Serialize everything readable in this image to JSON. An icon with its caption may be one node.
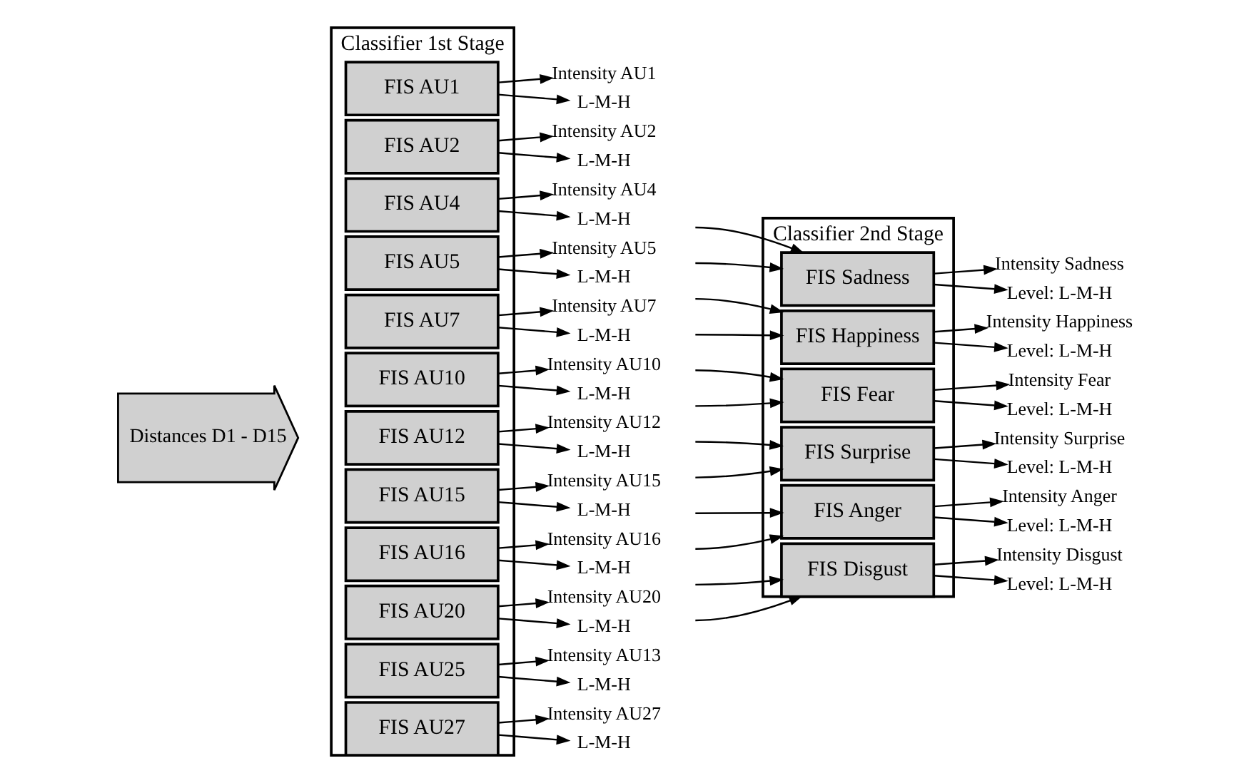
{
  "diagram": {
    "nodes": [
      {
        "text": [
          "Classifier 1st Stage"
        ]
      },
      {
        "text": [
          "FIS AU1"
        ],
        "in": 0
      },
      {
        "text": [
          "FIS AU2"
        ],
        "in": 0
      },
      {
        "text": [
          "FIS AU4"
        ],
        "in": 0
      },
      {
        "text": [
          "FIS AU5"
        ],
        "in": 0
      },
      {
        "text": [
          "FIS AU7"
        ],
        "in": 0
      },
      {
        "text": [
          "FIS AU10"
        ],
        "in": 0
      },
      {
        "text": [
          "FIS AU12"
        ],
        "in": 0
      },
      {
        "text": [
          "FIS AU15"
        ],
        "in": 0
      },
      {
        "text": [
          "FIS AU16"
        ],
        "in": 0
      },
      {
        "text": [
          "FIS AU20"
        ],
        "in": 0
      },
      {
        "text": [
          "FIS AU25"
        ],
        "in": 0
      },
      {
        "text": [
          "FIS AU27"
        ],
        "in": 0
      },
      {
        "text": [
          "Classifier 2nd Stage"
        ]
      },
      {
        "text": [
          "FIS Sadness"
        ],
        "in": 13
      },
      {
        "text": [
          "FIS Happiness"
        ],
        "in": 13
      },
      {
        "text": [
          "FIS Fear"
        ],
        "in": 13
      },
      {
        "text": [
          "FIS Surprise"
        ],
        "in": 13
      },
      {
        "text": [
          "FIS Anger"
        ],
        "in": 13
      },
      {
        "text": [
          "FIS Disgust"
        ],
        "in": 13
      },
      {
        "text": [
          "Distances D1 - D15"
        ]
      },
      {
        "text": [
          "Intensity AU1"
        ]
      },
      {
        "text": [
          "L-M-H"
        ]
      },
      {
        "text": [
          "Intensity AU2"
        ]
      },
      {
        "text": [
          "L-M-H"
        ]
      },
      {
        "text": [
          "Intensity AU4"
        ]
      },
      {
        "text": [
          "L-M-H"
        ]
      },
      {
        "text": [
          "Intensity AU5"
        ]
      },
      {
        "text": [
          "L-M-H"
        ]
      },
      {
        "text": [
          "Intensity AU7"
        ]
      },
      {
        "text": [
          "L-M-H"
        ]
      },
      {
        "text": [
          "Intensity AU10"
        ]
      },
      {
        "text": [
          "L-M-H"
        ]
      },
      {
        "text": [
          "Intensity AU12"
        ]
      },
      {
        "text": [
          "L-M-H"
        ]
      },
      {
        "text": [
          "Intensity AU15"
        ]
      },
      {
        "text": [
          "L-M-H"
        ]
      },
      {
        "text": [
          "Intensity AU16"
        ]
      },
      {
        "text": [
          "L-M-H"
        ]
      },
      {
        "text": [
          "Intensity AU20"
        ]
      },
      {
        "text": [
          "L-M-H"
        ]
      },
      {
        "text": [
          "Intensity AU13"
        ]
      },
      {
        "text": [
          "L-M-H"
        ]
      },
      {
        "text": [
          "Intensity AU27"
        ]
      },
      {
        "text": [
          "L-M-H"
        ]
      },
      {
        "text": [
          "Intensity Sadness"
        ]
      },
      {
        "text": [
          "Level: L-M-H"
        ]
      },
      {
        "text": [
          "Intensity Happiness"
        ]
      },
      {
        "text": [
          "Level: L-M-H"
        ]
      },
      {
        "text": [
          "Intensity Fear"
        ]
      },
      {
        "text": [
          "Level: L-M-H"
        ]
      },
      {
        "text": [
          "Intensity Surprise"
        ]
      },
      {
        "text": [
          "Level: L-M-H"
        ]
      },
      {
        "text": [
          "Intensity Anger"
        ]
      },
      {
        "text": [
          "Level: L-M-H"
        ]
      },
      {
        "text": [
          "Intensity Disgust"
        ]
      },
      {
        "text": [
          "Level: L-M-H"
        ]
      }
    ],
    "edges": [
      {
        "from": 1,
        "to": 21,
        "arrow": "to"
      },
      {
        "from": 1,
        "to": 22,
        "arrow": "to"
      },
      {
        "from": 2,
        "to": 23,
        "arrow": "to"
      },
      {
        "from": 2,
        "to": 24,
        "arrow": "to"
      },
      {
        "from": 3,
        "to": 25,
        "arrow": "to"
      },
      {
        "from": 3,
        "to": 26,
        "arrow": "to"
      },
      {
        "from": 4,
        "to": 27,
        "arrow": "to"
      },
      {
        "from": 4,
        "to": 28,
        "arrow": "to"
      },
      {
        "from": 5,
        "to": 29,
        "arrow": "to"
      },
      {
        "from": 5,
        "to": 30,
        "arrow": "to"
      },
      {
        "from": 6,
        "to": 31,
        "arrow": "to"
      },
      {
        "from": 6,
        "to": 32,
        "arrow": "to"
      },
      {
        "from": 7,
        "to": 33,
        "arrow": "to"
      },
      {
        "from": 7,
        "to": 34,
        "arrow": "to"
      },
      {
        "from": 8,
        "to": 35,
        "arrow": "to"
      },
      {
        "from": 8,
        "to": 36,
        "arrow": "to"
      },
      {
        "from": 9,
        "to": 37,
        "arrow": "to"
      },
      {
        "from": 9,
        "to": 38,
        "arrow": "to"
      },
      {
        "from": 10,
        "to": 39,
        "arrow": "to"
      },
      {
        "from": 10,
        "to": 40,
        "arrow": "to"
      },
      {
        "from": 11,
        "to": 41,
        "arrow": "to"
      },
      {
        "from": 11,
        "to": 42,
        "arrow": "to"
      },
      {
        "from": 12,
        "to": 43,
        "arrow": "to"
      },
      {
        "from": 12,
        "to": 44,
        "arrow": "to"
      },
      {
        "from": null,
        "to": 14,
        "arrow": "to"
      },
      {
        "from": null,
        "to": 14,
        "arrow": "to"
      },
      {
        "from": null,
        "to": 15,
        "arrow": "to"
      },
      {
        "from": null,
        "to": 15,
        "arrow": "to"
      },
      {
        "from": null,
        "to": 16,
        "arrow": "to"
      },
      {
        "from": null,
        "to": 16,
        "arrow": "to"
      },
      {
        "from": null,
        "to": 17,
        "arrow": "to"
      },
      {
        "from": null,
        "to": 17,
        "arrow": "to"
      },
      {
        "from": null,
        "to": 18,
        "arrow": "to"
      },
      {
        "from": null,
        "to": 18,
        "arrow": "to"
      },
      {
        "from": null,
        "to": 19,
        "arrow": "to"
      },
      {
        "from": null,
        "to": 19,
        "arrow": "to"
      },
      {
        "from": 14,
        "to": 45,
        "arrow": "to"
      },
      {
        "from": 14,
        "to": 46,
        "arrow": "to"
      },
      {
        "from": 15,
        "to": 47,
        "arrow": "to"
      },
      {
        "from": 15,
        "to": 48,
        "arrow": "to"
      },
      {
        "from": 16,
        "to": 49,
        "arrow": "to"
      },
      {
        "from": 16,
        "to": 50,
        "arrow": "to"
      },
      {
        "from": 17,
        "to": 51,
        "arrow": "to"
      },
      {
        "from": 17,
        "to": 52,
        "arrow": "to"
      },
      {
        "from": 18,
        "to": 53,
        "arrow": "to"
      },
      {
        "from": 18,
        "to": 54,
        "arrow": "to"
      },
      {
        "from": 19,
        "to": 55,
        "arrow": "to"
      },
      {
        "from": 19,
        "to": 56,
        "arrow": "to"
      }
    ]
  }
}
